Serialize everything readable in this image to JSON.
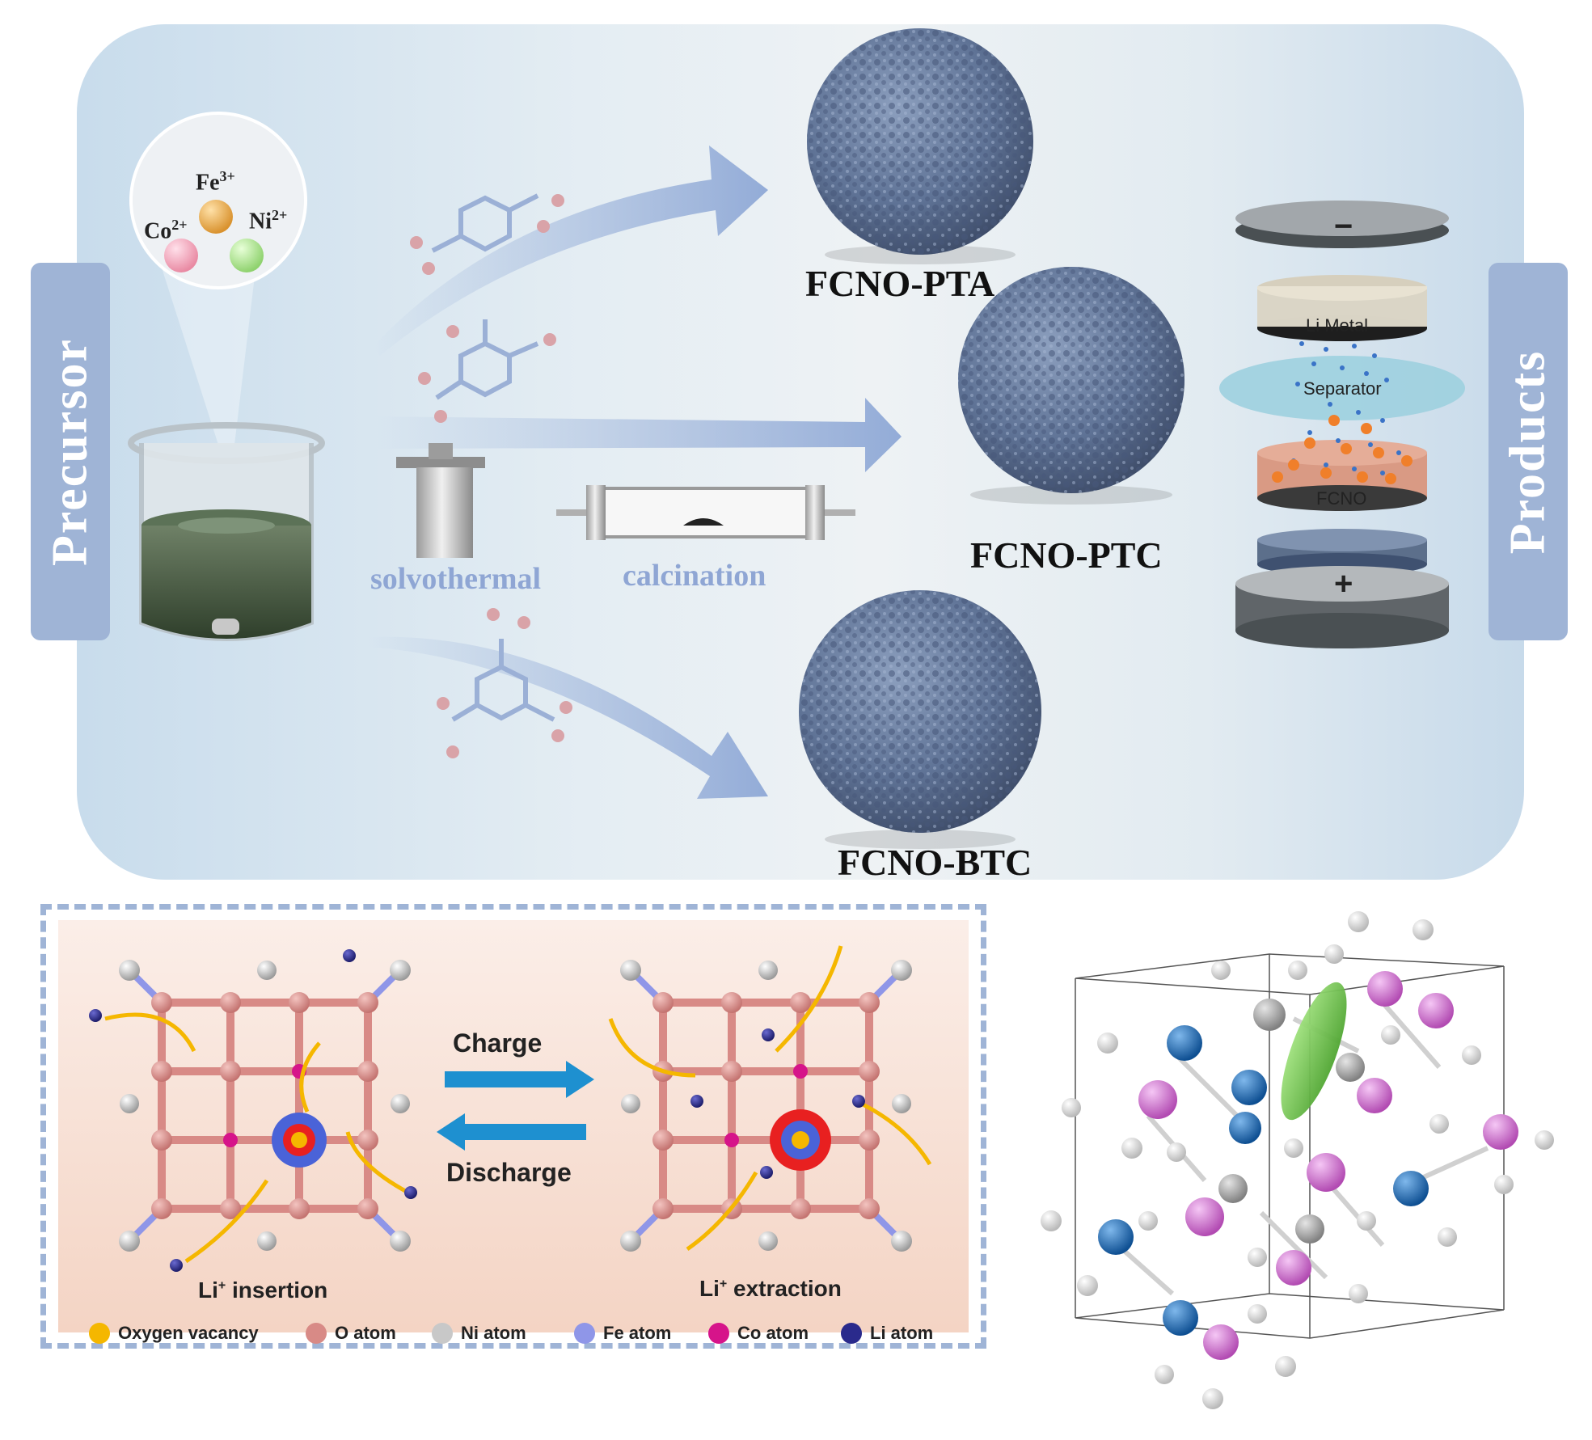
{
  "precursor_label": "Precursor",
  "products_label": "Products",
  "ions": {
    "fe": "Fe",
    "fe_charge": "3+",
    "co": "Co",
    "co_charge": "2+",
    "ni": "Ni",
    "ni_charge": "2+"
  },
  "steps": {
    "solvothermal": "solvothermal",
    "calcination": "calcination"
  },
  "products": [
    "FCNO-PTA",
    "FCNO-PTC",
    "FCNO-BTC"
  ],
  "battery": {
    "negative": "−",
    "positive": "+",
    "li_metal": "Li Metal",
    "separator": "Separator",
    "cathode": "FCNO"
  },
  "mechanism": {
    "charge": "Charge",
    "discharge": "Discharge",
    "insertion_ion": "Li",
    "insertion_charge": "+",
    "insertion_text": " insertion",
    "extraction_ion": "Li",
    "extraction_charge": "+",
    "extraction_text": " extraction"
  },
  "legend": [
    {
      "label": "Oxygen vacancy",
      "color": "#f5b700"
    },
    {
      "label": "O atom",
      "color": "#d88a86"
    },
    {
      "label": "Ni atom",
      "color": "#c8c8c8"
    },
    {
      "label": "Fe atom",
      "color": "#8f96e8"
    },
    {
      "label": "Co atom",
      "color": "#d6148a"
    },
    {
      "label": "Li atom",
      "color": "#2a2a8c"
    }
  ],
  "colors": {
    "panel_bg": "#dce8f1",
    "side_tab": "#9fb4d6",
    "arrow": "#8ea8d6",
    "sphere": "#5f7396",
    "mechanism_bg": "#f6dcd0",
    "dashed_border": "#9fb4d6",
    "charge_arrow": "#1e90d0",
    "o_atom": "#d88a86",
    "ni_atom": "#c8c8c8",
    "fe_atom": "#8f96e8",
    "co_atom": "#d6148a",
    "li_atom": "#2a2a8c",
    "vacancy": "#f5b700",
    "pink_atom": "#d67bd6",
    "blue_atom": "#1a74c4",
    "green_ion": "#6cc24a"
  }
}
